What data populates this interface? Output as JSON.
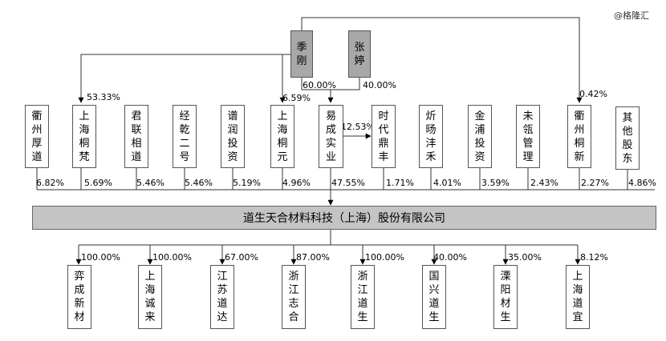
{
  "watermark": "@格隆汇",
  "controllers": [
    {
      "name": "季\n刚",
      "pct": "60.00%"
    },
    {
      "name": "张\n婷",
      "pct": "40.00%"
    }
  ],
  "shareholders": [
    {
      "name": "衢州厚道",
      "pct": "6.82%"
    },
    {
      "name": "上海桐梵",
      "pct": "5.69%"
    },
    {
      "name": "君联相道",
      "pct": "5.46%"
    },
    {
      "name": "经乾二号",
      "pct": "5.46%"
    },
    {
      "name": "谱润投资",
      "pct": "5.19%"
    },
    {
      "name": "上海桐元",
      "pct": "4.96%"
    },
    {
      "name": "易成实业",
      "pct": "47.55%"
    },
    {
      "name": "时代鼎丰",
      "pct": "1.71%"
    },
    {
      "name": "炘旸沣禾",
      "pct": "4.01%"
    },
    {
      "name": "金浦投资",
      "pct": "3.59%"
    },
    {
      "name": "未瓴管理",
      "pct": "2.43%"
    },
    {
      "name": "衢州桐新",
      "pct": "2.27%"
    },
    {
      "name": "其他股东",
      "pct": "4.86%"
    }
  ],
  "cross_holdings": {
    "jigang_tongfan": "53.33%",
    "jigang_tongyuan": "6.59%",
    "jigang_tongxin": "0.42%",
    "yicheng_shidai": "12.53%"
  },
  "company": "道生天合材料科技（上海）股份有限公司",
  "subsidiaries": [
    {
      "name": "弈成新材",
      "pct": "100.00%"
    },
    {
      "name": "上海诚来",
      "pct": "100.00%"
    },
    {
      "name": "江苏道达",
      "pct": "67.00%"
    },
    {
      "name": "浙江志合",
      "pct": "87.00%"
    },
    {
      "name": "浙江道生",
      "pct": "100.00%"
    },
    {
      "name": "国兴道生",
      "pct": "40.00%"
    },
    {
      "name": "溧阳材生",
      "pct": "35.00%"
    },
    {
      "name": "上海道宜",
      "pct": "8.12%"
    }
  ]
}
